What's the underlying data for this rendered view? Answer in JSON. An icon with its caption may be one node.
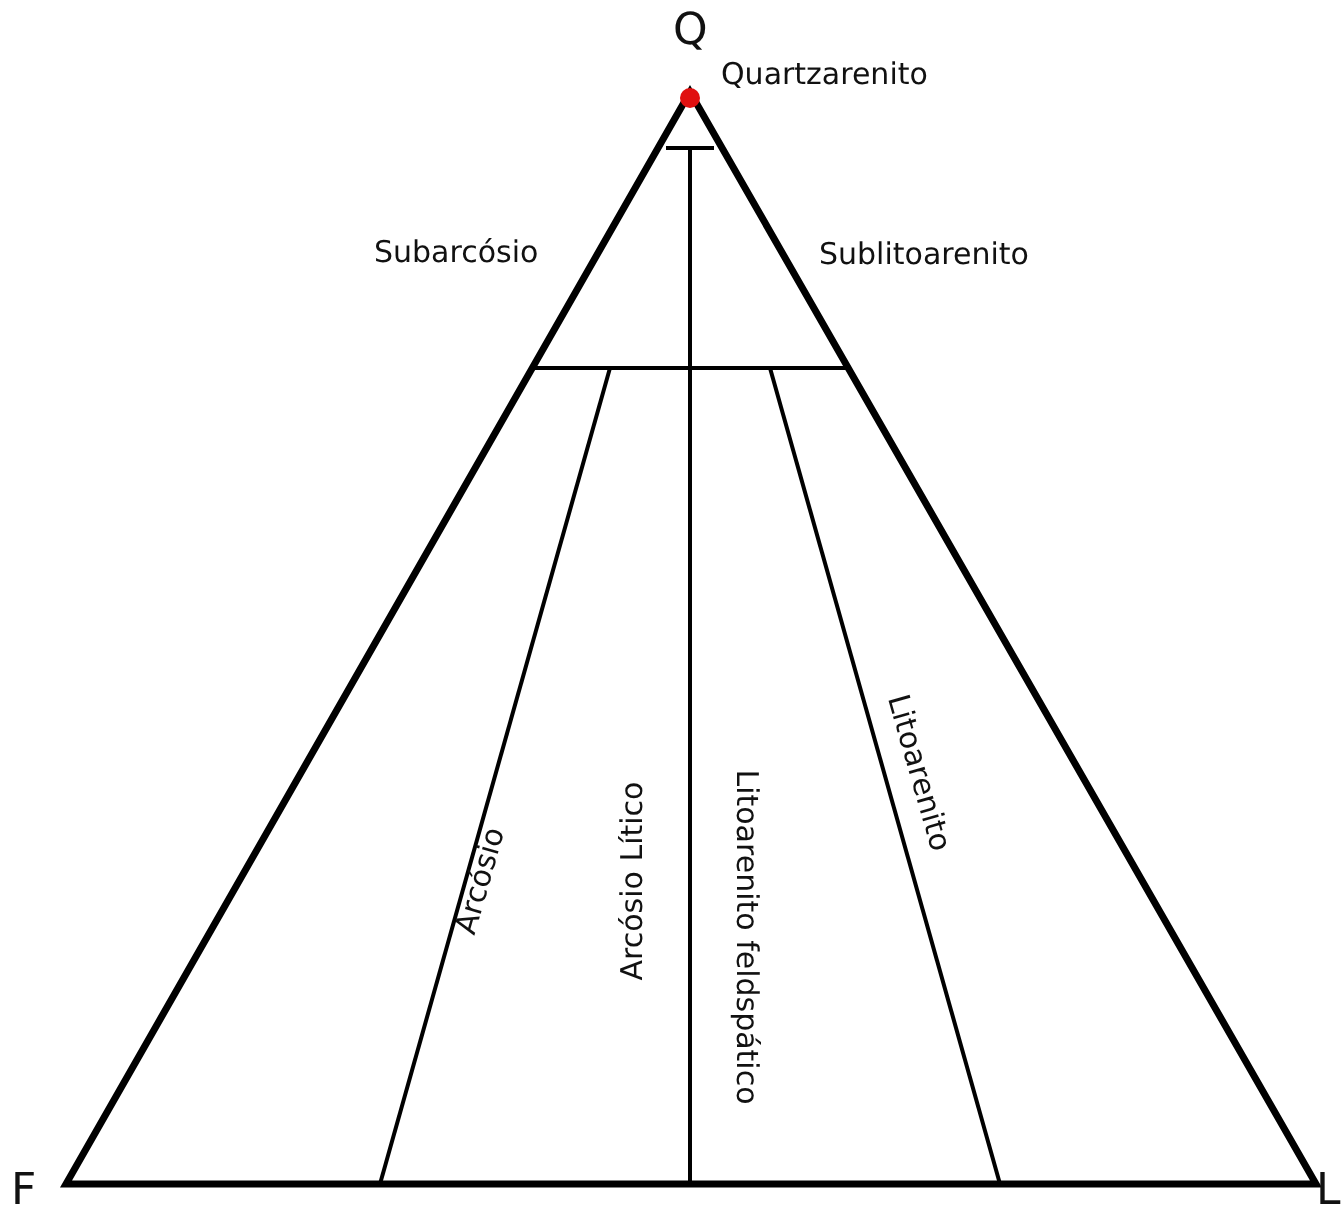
{
  "diagram": {
    "labels": [
      "Q",
      "Quartzarenito",
      "Subarcósio",
      "Sublitoarenito",
      "Arcósio",
      "Arcósio Lítico",
      "Litoarenito feldspático",
      "Litoarenito",
      "F",
      "L"
    ]
  }
}
